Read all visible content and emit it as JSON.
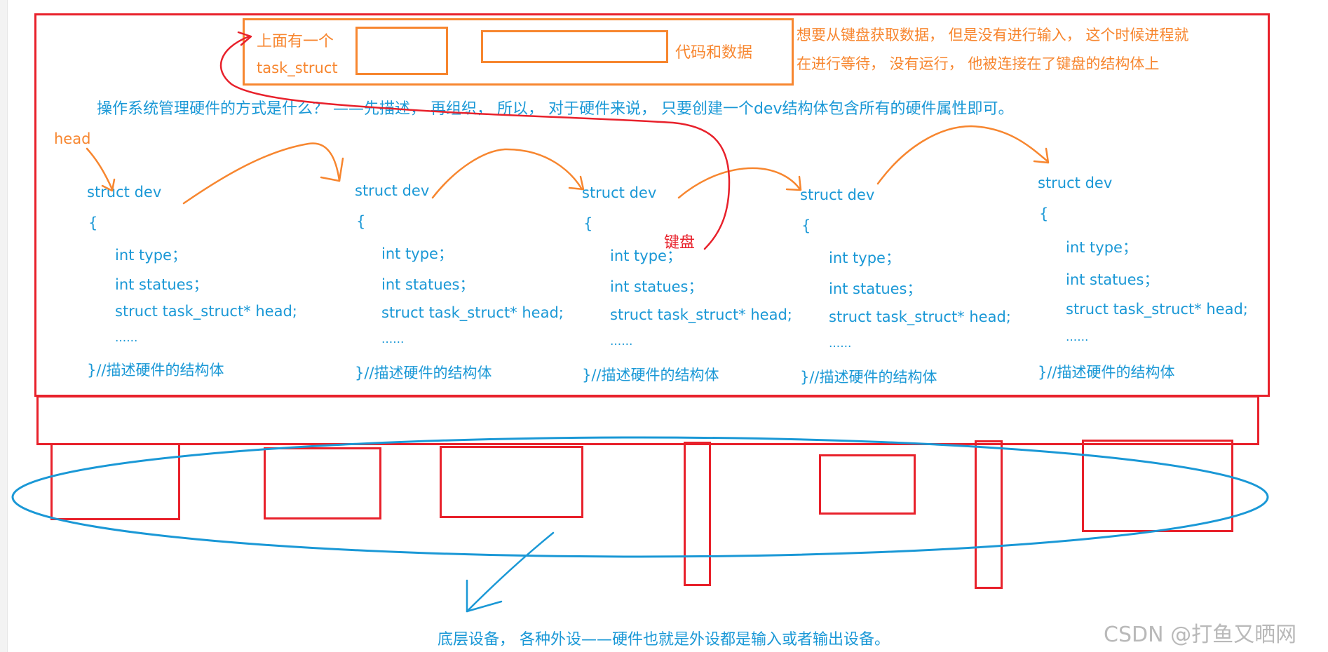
{
  "colors": {
    "red": "#e8212b",
    "orange": "#f7862f",
    "blue": "#1a98d6"
  },
  "task_box": {
    "label_line1": "上面有一个",
    "label_line2": "task_struct",
    "code_data_label": "代码和数据"
  },
  "note_top_right": {
    "line1": "想要从键盘获取数据， 但是没有进行输入， 这个时候进程就",
    "line2": "在进行等待， 没有运行， 他被连接在了键盘的结构体上"
  },
  "os_question": "操作系统管理硬件的方式是什么？ ——先描述， 再组织， 所以， 对于硬件来说， 只要创建一个dev结构体包含所有的硬件属性即可。",
  "head_label": "head",
  "keyboard_label": "键盘",
  "structs": [
    {
      "header": "struct dev",
      "open": "{",
      "f1": "int type；",
      "f2": "int statues；",
      "f3": "struct task_struct* head;",
      "f4": "......",
      "close": "}//描述硬件的结构体"
    },
    {
      "header": "struct dev",
      "open": "{",
      "f1": "int type；",
      "f2": "int statues；",
      "f3": "struct task_struct* head;",
      "f4": "......",
      "close": "}//描述硬件的结构体"
    },
    {
      "header": "struct dev",
      "open": "{",
      "f1": "int type；",
      "f2": "int statues；",
      "f3": "struct task_struct* head;",
      "f4": "......",
      "close": "}//描述硬件的结构体"
    },
    {
      "header": "struct dev",
      "open": "{",
      "f1": "int type；",
      "f2": "int statues；",
      "f3": "struct task_struct* head;",
      "f4": "......",
      "close": "}//描述硬件的结构体"
    },
    {
      "header": "struct dev",
      "open": "{",
      "f1": "int type；",
      "f2": "int statues；",
      "f3": "struct task_struct* head;",
      "f4": "......",
      "close": "}//描述硬件的结构体"
    }
  ],
  "bottom_caption": "底层设备， 各种外设——硬件也就是外设都是输入或者输出设备。",
  "watermark": "CSDN @打鱼又晒网"
}
